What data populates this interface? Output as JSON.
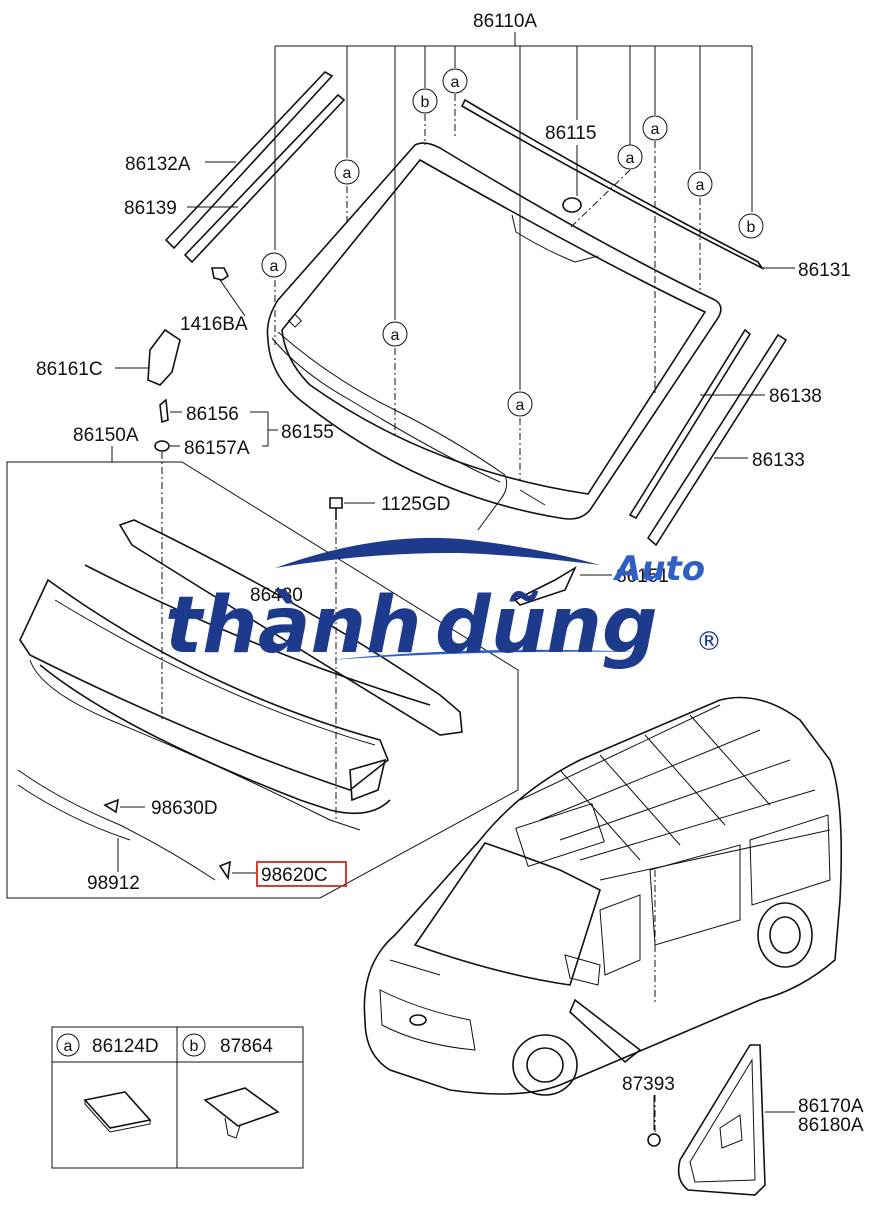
{
  "part_labels": {
    "p86110A": "86110A",
    "p86132A": "86132A",
    "p86139": "86139",
    "p1416BA": "1416BA",
    "p86161C": "86161C",
    "p86115": "86115",
    "p86131": "86131",
    "p86138": "86138",
    "p86133": "86133",
    "p86156": "86156",
    "p86157A": "86157A",
    "p86155": "86155",
    "p86150A": "86150A",
    "p1125GD": "1125GD",
    "p86151": "86151",
    "p86430": "86430",
    "p98630D": "98630D",
    "p98912": "98912",
    "p98620C": "98620C",
    "p87393": "87393",
    "p86170A": "86170A",
    "p86180A": "86180A"
  },
  "callouts": {
    "a": "a",
    "b": "b"
  },
  "legend": {
    "a_letter": "a",
    "a_part": "86124D",
    "b_letter": "b",
    "b_part": "87864"
  },
  "watermark": {
    "brand_light": "thành",
    "brand_bold": "dũng",
    "suffix": "Auto",
    "registered": "®",
    "dark_color": "#1d3a8c",
    "accent_color": "#2f5fc4"
  },
  "highlight_color": "#d9261c"
}
